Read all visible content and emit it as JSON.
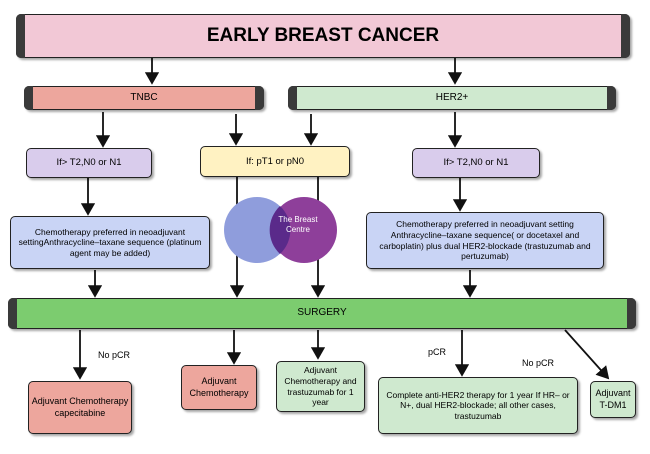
{
  "title": "EARLY BREAST CANCER",
  "tnbc": {
    "label": "TNBC",
    "criteria": "If> T2,N0 or N1",
    "treatment": "Chemotherapy preferred in neoadjuvant settingAnthracycline–taxane sequence (platinum agent may be added)"
  },
  "middle": {
    "criteria": "If: pT1 or pN0"
  },
  "her2": {
    "label": "HER2+",
    "criteria": "If> T2,N0 or N1",
    "treatment": "Chemotherapy preferred in neoadjuvant setting Anthracycline–taxane sequence( or docetaxel and carboplatin) plus dual HER2-blockade (trastuzumab and pertuzumab)"
  },
  "logo": {
    "text": "The Breast Centre"
  },
  "surgery": "SURGERY",
  "edge_labels": {
    "tnbc_no_pcr": "No pCR",
    "her2_pcr": "pCR",
    "her2_no_pcr": "No pCR"
  },
  "outcomes": {
    "tnbc_capecitabine": "Adjuvant Chemotherapy capecitabine",
    "adjuvant_chemo": "Adjuvant Chemotherapy",
    "adjuvant_chemo_trastuzumab": "Adjuvant Chemotherapy and trastuzumab for 1 year",
    "complete_anti_her2": "Complete anti-HER2 therapy for 1 year If HR– or N+, dual HER2-blockade; all other cases, trastuzumab",
    "tdm1": "Adjuvant T-DM1"
  },
  "colors": {
    "title_fill": "#f2c8d6",
    "tnbc_fill": "#eda69d",
    "her2_fill": "#cfe9cf",
    "criteria_fill": "#d9ccec",
    "middle_fill": "#fff2c2",
    "treatment_fill": "#c9d4f5",
    "surgery_fill": "#7ccc6f",
    "logo_left": "#8f9ddc",
    "logo_right": "#8e3f9a"
  }
}
